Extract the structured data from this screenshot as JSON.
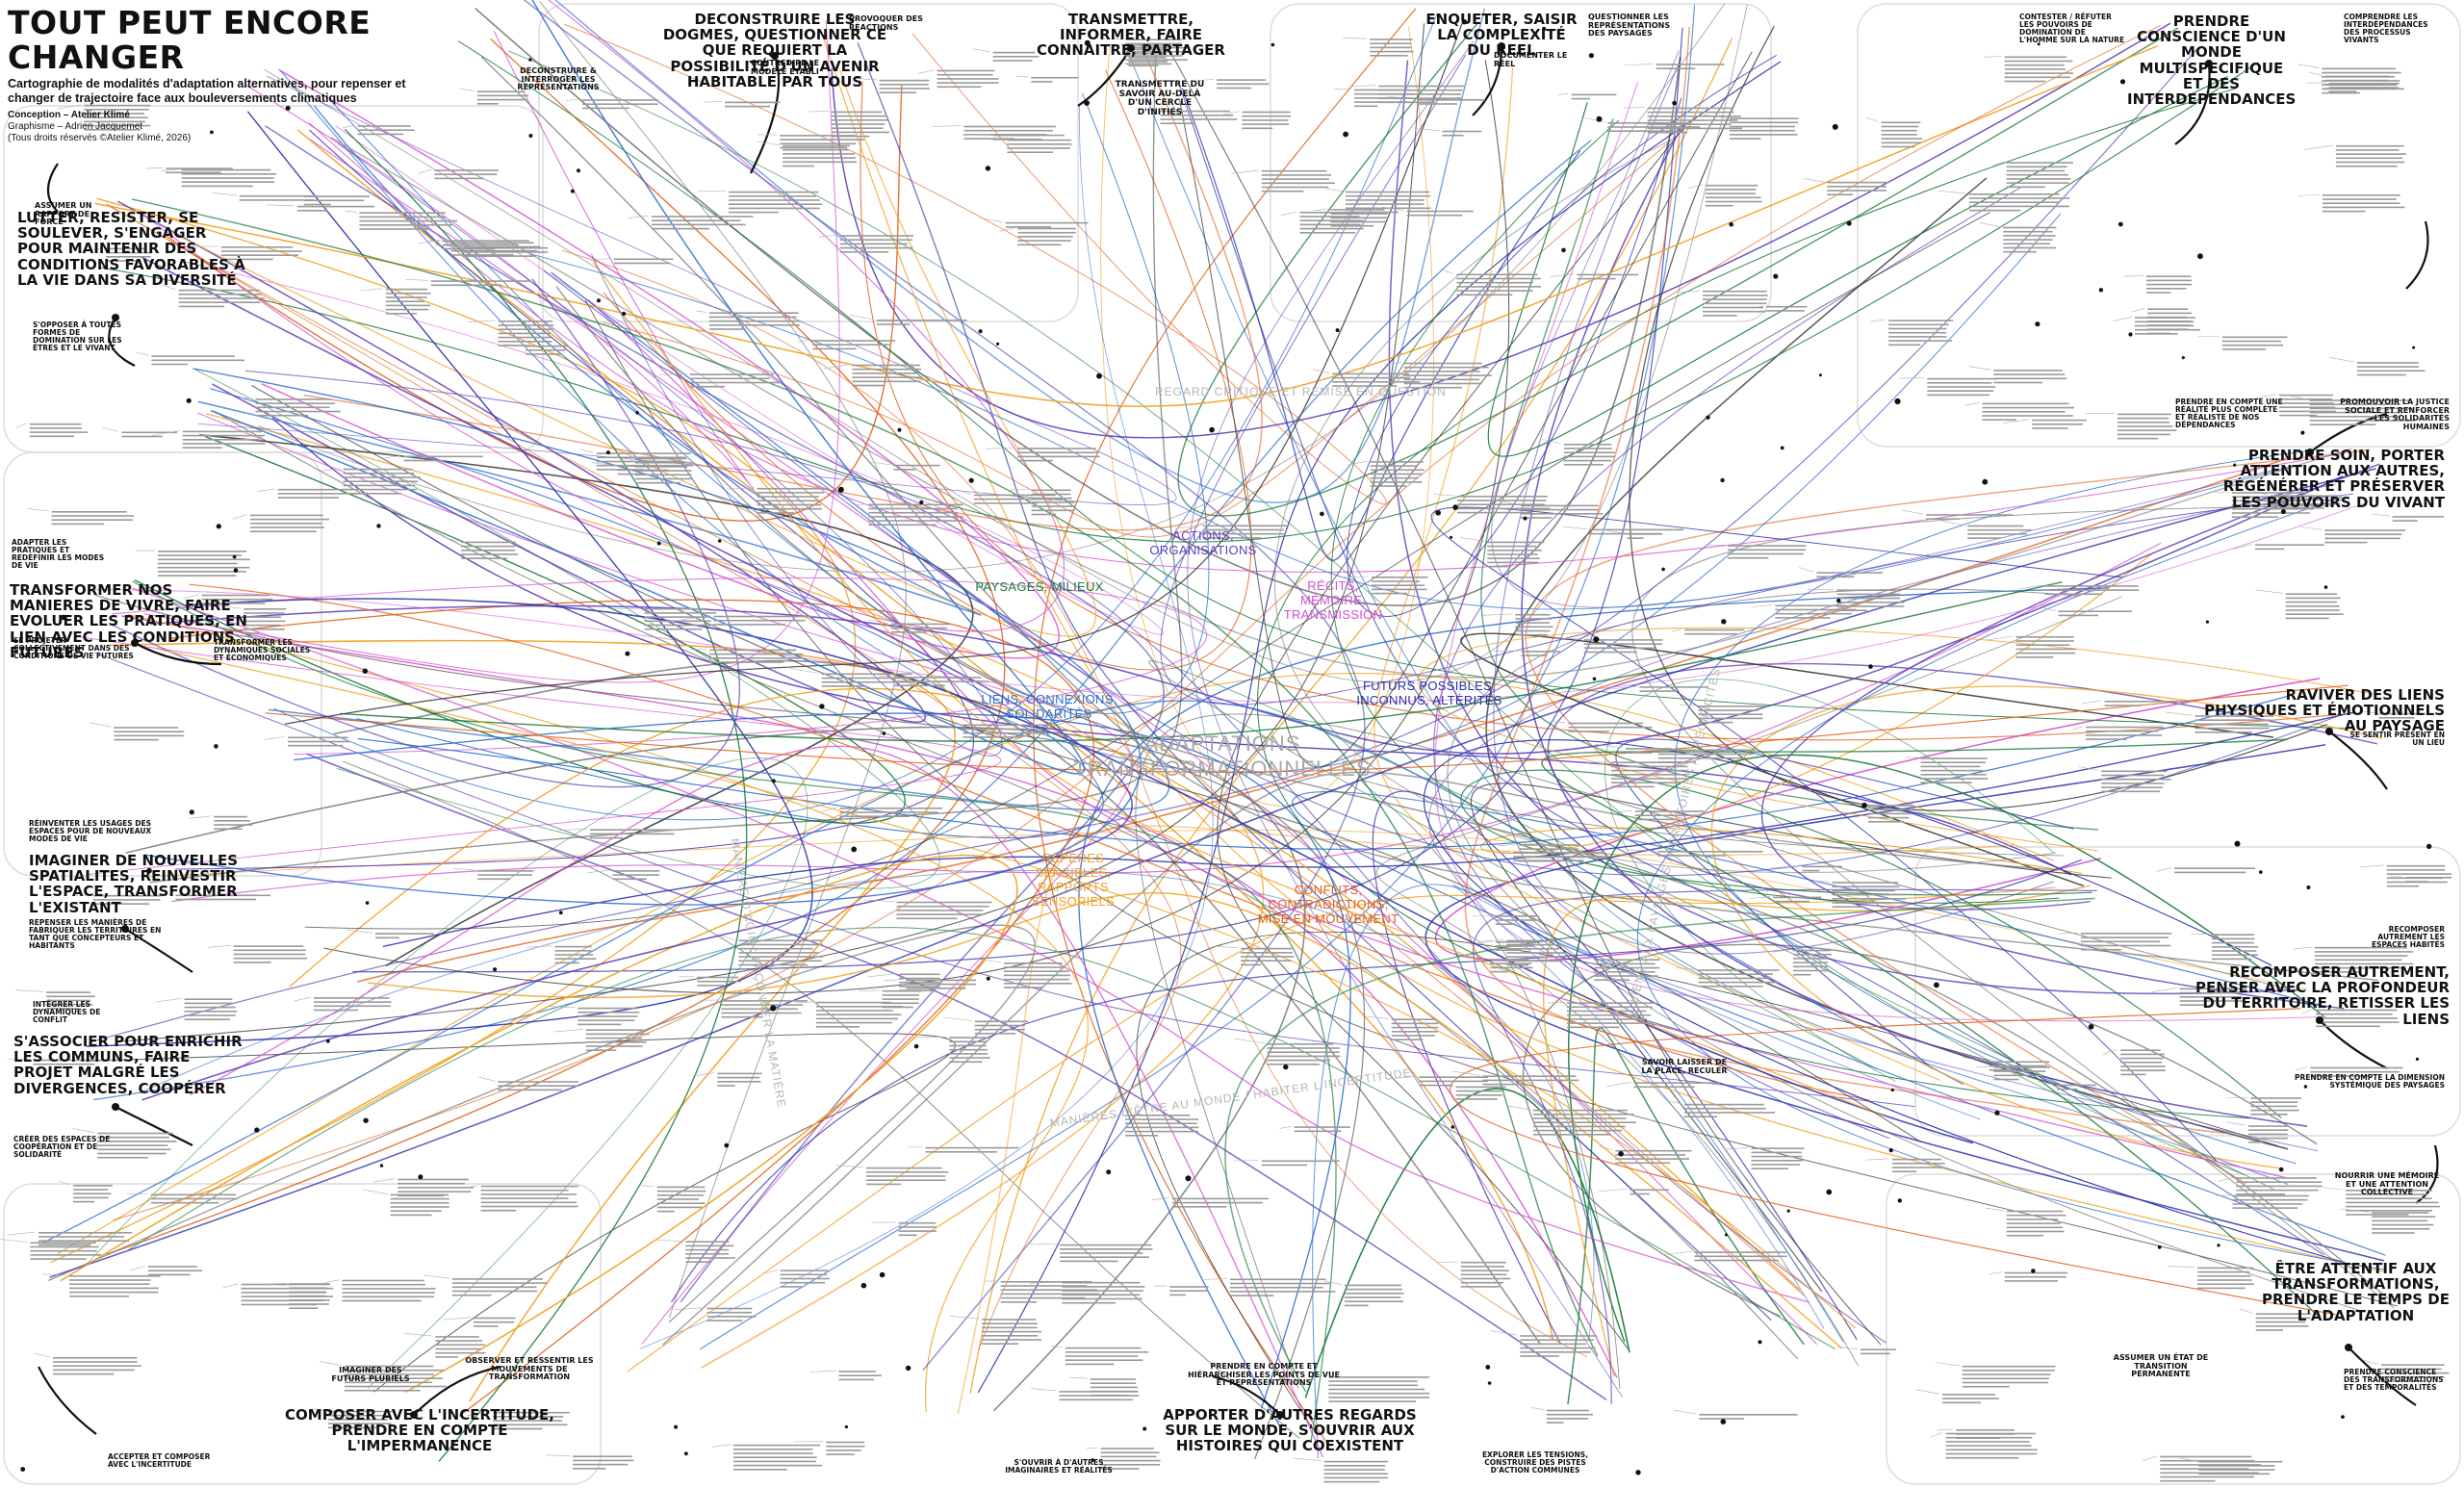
{
  "header": {
    "title": "TOUT PEUT ENCORE CHANGER",
    "subtitle": "Cartographie de modalités d'adaptation alternatives, pour repenser et changer de trajectoire face aux bouleversements climatiques",
    "conception": "Conception – Atelier Klimé",
    "graphisme": "Graphisme – Adrien Jacquemet",
    "rights": "(Tous droits réservés ©Atelier Klimé, 2026)"
  },
  "centre": "ADAPTATIONS TRANSFORMATIONNELLES",
  "axes": [
    "REGARD CRITIQUE ET REMISE EN QUESTION",
    "MANIÈRE D'AGIR : FAÇONNER LA MATIÈRE",
    "MANIÈRES D'ÊTRE AU MONDE / HABITER L'INCERTITUDE",
    "LIENS AUX PAYSAGES / TERRITOIRES / SPÉCIFICITÉS"
  ],
  "themes": [
    {
      "label": "ACTIONS, ORGANISATIONS",
      "color": "#5b3fb8"
    },
    {
      "label": "PAYSAGES, MILIEUX",
      "color": "#1a7a3a"
    },
    {
      "label": "RÉCITS, MÉMOIRE, TRANSMISSION",
      "color": "#d44fd0"
    },
    {
      "label": "LIENS, CONNEXIONS, SOLIDARITÉS",
      "color": "#2f6fd0"
    },
    {
      "label": "FUTURS POSSIBLES, INCONNUS, ALTÉRITÉS",
      "color": "#2a2fa8"
    },
    {
      "label": "REPÈRES SENSIBLES, RAPPORTS SENSORIELS",
      "color": "#f0a020"
    },
    {
      "label": "CONFLITS, CONTRADICTIONS, MISE EN MOUVEMENT",
      "color": "#e0601a"
    }
  ],
  "nodes": [
    "DECONSTRUIRE LES DOGMES, QUESTIONNER CE QUE REQUIERT LA POSSIBILITÉ D'UN AVENIR HABITABLE PAR TOUS",
    "TRANSMETTRE, INFORMER, FAIRE CONNAITRE, PARTAGER",
    "ENQUETER, SAISIR LA COMPLEXITÉ DU REEL",
    "PRENDRE CONSCIENCE D'UN MONDE MULTISPECIFIQUE ET DES INTERDEPENDANCES",
    "LUTTER, RESISTER, SE SOULEVER, S'ENGAGER POUR MAINTENIR DES CONDITIONS FAVORABLES À LA VIE DANS SA DIVERSITÉ",
    "PRENDRE SOIN, PORTER ATTENTION AUX AUTRES, RÉGÉNÉRER ET PRÉSERVER LES POUVOIRS DU VIVANT",
    "TRANSFORMER NOS MANIERES DE VIVRE, FAIRE EVOLUER LES PRATIQUES, EN LIEN AVEC LES CONDITIONS FUTURES",
    "RAVIVER DES LIENS PHYSIQUES ET ÉMOTIONNELS AU PAYSAGE",
    "IMAGINER DE NOUVELLES SPATIALITES, REINVESTIR L'ESPACE, TRANSFORMER L'EXISTANT",
    "RECOMPOSER AUTREMENT, PENSER AVEC LA PROFONDEUR DU TERRITOIRE, RETISSER LES LIENS",
    "S'ASSOCIER POUR ENRICHIR LES COMMUNS, FAIRE PROJET MALGRÉ LES DIVERGENCES, COOPÉRER",
    "ÊTRE ATTENTIF AUX TRANSFORMATIONS, PRENDRE LE TEMPS DE L'ADAPTATION",
    "COMPOSER AVEC L'INCERTITUDE, PRENDRE EN COMPTE L'IMPERMANENCE",
    "APPORTER D'AUTRES REGARDS SUR LE MONDE, S'OUVRIR AUX HISTOIRES QUI COEXISTENT"
  ],
  "subnodes": [
    "DECONSTRUIRE & INTERROGER LES REPRÉSENTATIONS",
    "PROVOQUER DES RÉACTIONS",
    "CONTREDIRE LE MODÈLE ÉTABLI",
    "TRANSMETTRE DU SAVOIR AU-DELÀ D'UN CERCLE D'INITIÉS",
    "DOCUMENTER LE RÉEL",
    "QUESTIONNER LES REPRÉSENTATIONS DES PAYSAGES",
    "CONTESTER / RÉFUTER LES POUVOIRS DE DOMINATION DE L'HOMME SUR LA NATURE",
    "COMPRENDRE LES INTERDÉPENDANCES DES PROCESSUS VIVANTS",
    "ASSUMER UN RAPPORT DE FORCE",
    "S'OPPOSER À TOUTES FORMES DE DOMINATION SUR LES ÊTRES ET LE VIVANT",
    "PROMOUVOIR LA JUSTICE SOCIALE ET RENFORCER LES SOLIDARITÉS HUMAINES",
    "PRENDRE EN COMPTE UNE RÉALITÉ PLUS COMPLÈTE ET RÉALISTE DE NOS DÉPENDANCES",
    "ADAPTER LES PRATIQUES ET REDÉFINIR LES MODES DE VIE",
    "SE PROJETER COLLECTIVEMENT DANS DES CONDITIONS DE VIE FUTURES",
    "TRANSFORMER LES DYNAMIQUES SOCIALES ET ÉCONOMIQUES",
    "SE SENTIR PRÉSENT EN UN LIEU",
    "RÉINVENTER LES USAGES DES ESPACES POUR DE NOUVEAUX MODES DE VIE",
    "REPENSER LES MANIÈRES DE FABRIQUER LES TERRITOIRES EN TANT QUE CONCEPTEURS ET HABITANTS",
    "RECOMPOSER AUTREMENT LES ESPACES HABITÉS",
    "PRENDRE EN COMPTE LA DIMENSION SYSTÉMIQUE DES PAYSAGES",
    "INTÉGRER LES DYNAMIQUES DE CONFLIT",
    "CRÉER DES ESPACES DE COOPÉRATION ET DE SOLIDARITÉ",
    "SAVOIR LAISSER DE LA PLACE, RECULER",
    "NOURRIR UNE MÉMOIRE ET UNE ATTENTION COLLECTIVE",
    "ASSUMER UN ÉTAT DE TRANSITION PERMANENTE",
    "PRENDRE CONSCIENCE DES TRANSFORMATIONS ET DES TEMPORALITÉS",
    "ACCEPTER ET COMPOSER AVEC L'INCERTITUDE",
    "IMAGINER DES FUTURS PLURIELS",
    "OBSERVER ET RESSENTIR LES MOUVEMENTS DE TRANSFORMATION",
    "PRENDRE EN COMPTE ET HIÉRARCHISER LES POINTS DE VUE ET REPRÉSENTATIONS",
    "S'OUVRIR À D'AUTRES IMAGINAIRES ET RÉALITÉS",
    "EXPLORER LES TENSIONS, CONSTRUIRE DES PISTES D'ACTION COMMUNES"
  ]
}
